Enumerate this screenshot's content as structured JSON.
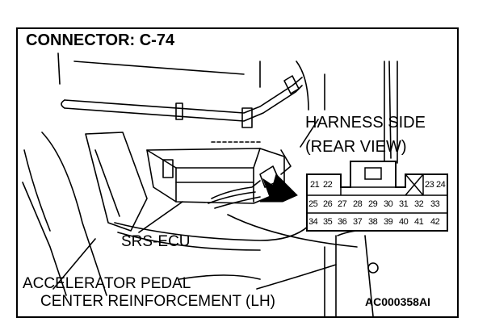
{
  "title": "CONNECTOR: C-74",
  "harness_line1": "HARNESS SIDE",
  "harness_line2": "(REAR VIEW)",
  "ecu_label": "SRS-ECU",
  "pedal_line1": "ACCELERATOR PEDAL",
  "pedal_line2": "CENTER REINFORCEMENT (LH)",
  "figure_code": "AC000358AI",
  "connector": {
    "row1": [
      "21",
      "22",
      "23",
      "24"
    ],
    "row2": [
      "25",
      "26",
      "27",
      "28",
      "29",
      "30",
      "31",
      "32",
      "33"
    ],
    "row3": [
      "34",
      "35",
      "36",
      "37",
      "38",
      "39",
      "40",
      "41",
      "42"
    ]
  }
}
